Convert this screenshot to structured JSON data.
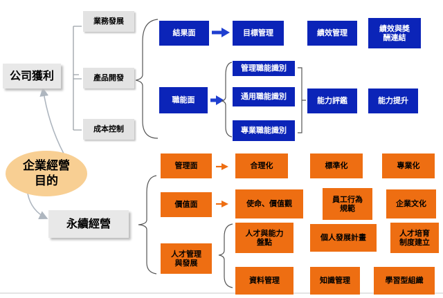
{
  "center": "企業經營\n目的",
  "profit": {
    "title": "公司獲利",
    "categories": [
      "業務發展",
      "產品開發",
      "成本控制"
    ],
    "result": {
      "label": "結果面",
      "items": [
        "目標管理",
        "績效管理",
        "績效與獎\n酬連結"
      ]
    },
    "function": {
      "label": "職能面",
      "items": [
        "管理職能識別",
        "通用職能識別",
        "專業職能識別"
      ],
      "outcomes": [
        "能力評鑑",
        "能力提升"
      ]
    }
  },
  "sustain": {
    "title": "永續經營",
    "management": {
      "label": "管理面",
      "items": [
        "合理化",
        "標準化",
        "專業化"
      ]
    },
    "value": {
      "label": "價值面",
      "items": [
        "使命、價值觀",
        "員工行為\n規範",
        "企業文化"
      ]
    },
    "talent": {
      "label": "人才管理\n與發展",
      "row1": [
        "人才與能力\n盤點",
        "個人發展計畫",
        "人才培育\n制度建立"
      ],
      "row2": [
        "資料管理",
        "知識管理",
        "學習型組織"
      ]
    }
  },
  "colors": {
    "blue": "#0b24b8",
    "orange": "#ee6e12",
    "oval": "#f8cf93",
    "gray": "#e3e3e3"
  }
}
